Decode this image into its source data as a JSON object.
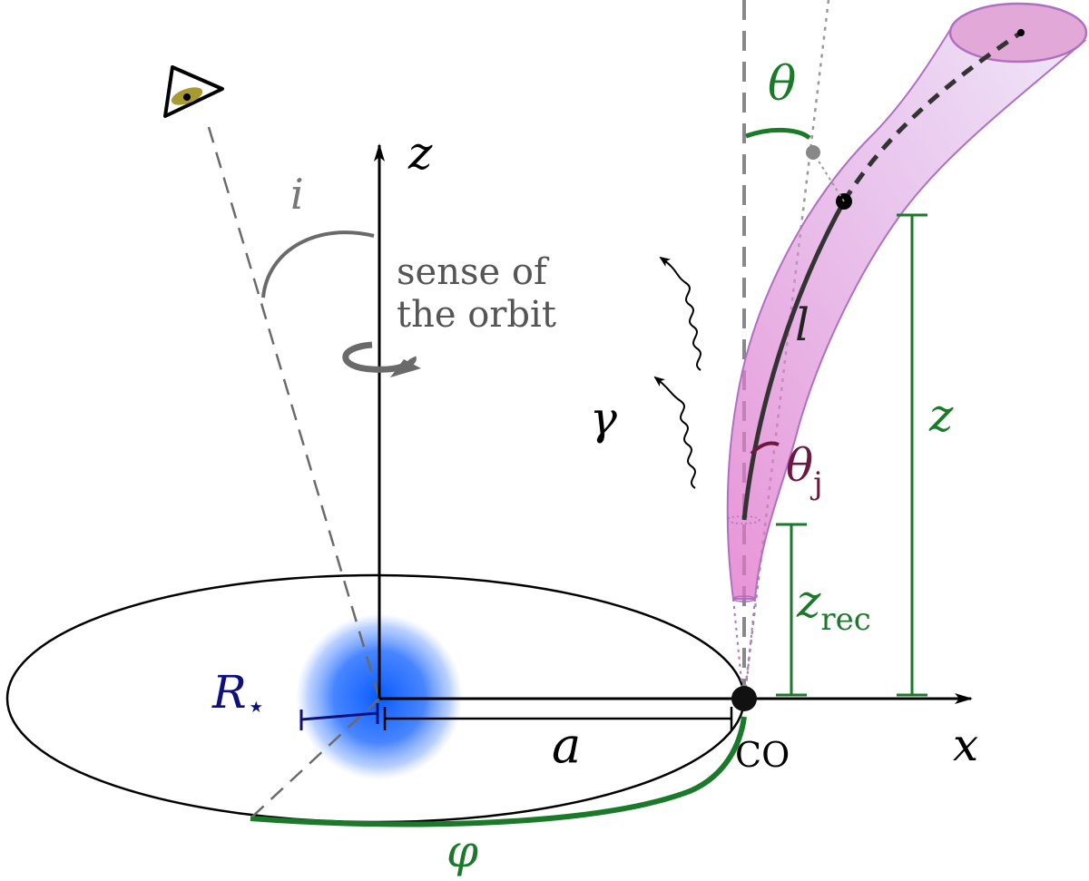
{
  "labels": {
    "observer_angle": "i",
    "z_axis": "z",
    "x_axis": "x",
    "orbit_sense_line1": "sense of",
    "orbit_sense_line2": "the orbit",
    "stellar_radius": "R",
    "stellar_radius_sub": "⋆",
    "separation": "a",
    "compact_object": "CO",
    "orbital_phase": "φ",
    "gamma": "γ",
    "jet_length": "l",
    "jet_angle_theta": "θ",
    "jet_half_angle": "θ",
    "jet_half_angle_sub": "j",
    "height_z": "z",
    "recollimation_height": "z",
    "recollimation_height_sub": "rec"
  },
  "colors": {
    "axis": "#000000",
    "guide_gray": "#7a7a7a",
    "annotation_green": "#1a7a2a",
    "jet_fill": "#e08ad8",
    "jet_edge": "#b070c0",
    "star_blue": "#2266ff",
    "radius_navy": "#10107a",
    "jet_angle_maroon": "#6a1a40",
    "eye_iris": "#a89a30"
  }
}
